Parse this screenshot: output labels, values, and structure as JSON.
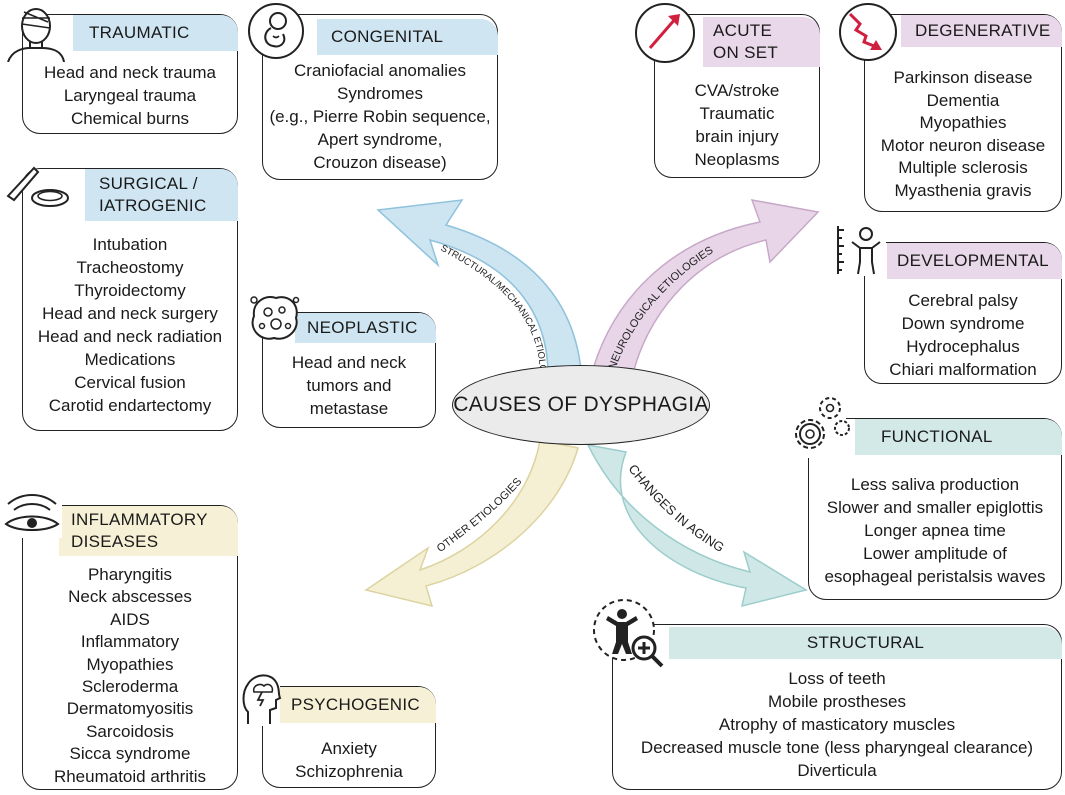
{
  "center_title": "CAUSES OF DYSPHAGIA",
  "branches": {
    "structural": "STRUCTURAL/MECHANICAL ETIOLOGIES",
    "neurological": "NEUROLOGICAL ETIOLOGIES",
    "other": "OTHER ETIOLOGIES",
    "aging": "CHANGES IN AGING"
  },
  "colors": {
    "blue": "#cfe6f2",
    "purple": "#e9d7ea",
    "yellow": "#f6f1d6",
    "teal": "#d3e9e8",
    "arrow_blue": "#cde4f1",
    "arrow_purple": "#e8d6e8",
    "arrow_yellow": "#f5f0d4",
    "arrow_teal": "#cfe8e7",
    "red": "#d11f3f"
  },
  "boxes": {
    "traumatic": {
      "title": "TRAUMATIC",
      "icon": "bandaged-head-icon",
      "items": [
        "Head and neck trauma",
        "Laryngeal trauma",
        "Chemical burns"
      ]
    },
    "congenital": {
      "title": "CONGENITAL",
      "icon": "fetus-icon",
      "items": [
        "Craniofacial anomalies",
        "Syndromes",
        "(e.g., Pierre Robin sequence,",
        "Apert syndrome,",
        "Crouzon disease)"
      ]
    },
    "surgical": {
      "title": "SURGICAL /\nIATROGENIC",
      "icon": "scalpel-icon",
      "items": [
        "Intubation",
        "Tracheostomy",
        "Thyroidectomy",
        "Head and neck surgery",
        "Head and neck radiation",
        "Medications",
        "Cervical fusion",
        "Carotid endartectomy"
      ]
    },
    "neoplastic": {
      "title": "NEOPLASTIC",
      "icon": "tumor-cell-icon",
      "items": [
        "Head and neck",
        "tumors and",
        "metastase"
      ]
    },
    "inflammatory": {
      "title": "INFLAMMATORY\nDISEASES",
      "icon": "inflamed-eye-icon",
      "items": [
        "Pharyngitis",
        "Neck abscesses",
        "AIDS",
        "Inflammatory",
        "Myopathies",
        "Scleroderma",
        "Dermatomyositis",
        "Sarcoidosis",
        "Sicca syndrome",
        "Rheumatoid arthritis"
      ]
    },
    "psychogenic": {
      "title": "PSYCHOGENIC",
      "icon": "storm-head-icon",
      "items": [
        "Anxiety",
        "Schizophrenia"
      ]
    },
    "acute": {
      "title": "ACUTE\nON SET",
      "icon": "rising-arrow-icon",
      "items": [
        "CVA/stroke",
        "Traumatic",
        "brain injury",
        "Neoplasms"
      ]
    },
    "degenerative": {
      "title": "DEGENERATIVE",
      "icon": "declining-arrow-icon",
      "items": [
        "Parkinson disease",
        "Dementia",
        "Myopathies",
        "Motor neuron disease",
        "Multiple sclerosis",
        "Myasthenia gravis"
      ]
    },
    "developmental": {
      "title": "DEVELOPMENTAL",
      "icon": "child-height-icon",
      "items": [
        "Cerebral palsy",
        "Down syndrome",
        "Hydrocephalus",
        "Chiari malformation"
      ]
    },
    "functional": {
      "title": "FUNCTIONAL",
      "icon": "gears-icon",
      "items": [
        "Less saliva production",
        "Slower and smaller epiglottis",
        "Longer apnea time",
        "Lower amplitude of",
        "esophageal peristalsis waves"
      ]
    },
    "structural": {
      "title": "STRUCTURAL",
      "icon": "person-magnifier-icon",
      "items": [
        "Loss of teeth",
        "Mobile prostheses",
        "Atrophy of masticatory muscles",
        "Decreased muscle tone (less pharyngeal clearance)",
        "Diverticula"
      ]
    }
  }
}
